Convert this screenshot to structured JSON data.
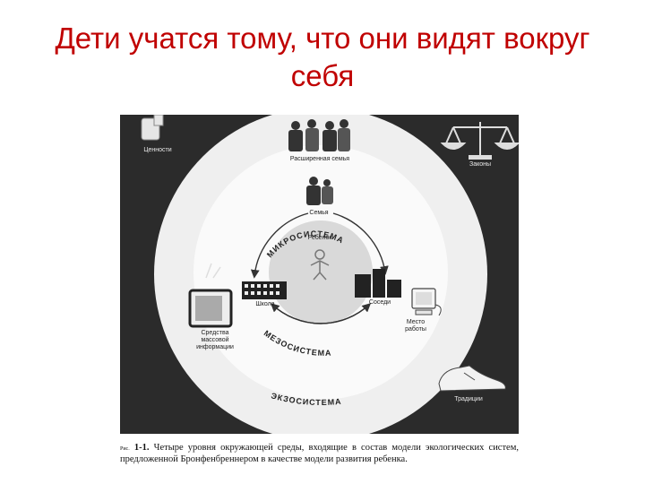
{
  "slide": {
    "title_line1": "Дети учатся тому, что они видят вокруг",
    "title_line2": "себя"
  },
  "diagram": {
    "labels": {
      "values": "Ценности",
      "laws": "Законы",
      "extended_family": "Расширенная семья",
      "family": "Семья",
      "child": "Ребенок",
      "school": "Школа",
      "neighbors": "Соседи",
      "workplace_line1": "Место",
      "workplace_line2": "работы",
      "mass_media_line1": "Средства",
      "mass_media_line2": "массовой",
      "mass_media_line3": "информации",
      "traditions": "Традиции",
      "microsystem": "МИКРОСИСТЕМА",
      "mesosystem": "МЕЗОСИСТЕМА",
      "exosystem": "ЭКЗОСИСТЕМА"
    }
  },
  "caption": {
    "prefix": "Рис.",
    "number": "1-1.",
    "text": "Четыре уровня окружающей среды, входящие в состав модели экологических систем, предложенной Бронфенбреннером в качестве модели развития ребенка."
  },
  "colors": {
    "title": "#c00000",
    "figure_background": "#2b2b2b",
    "outer_circle": "#efefef",
    "middle_circle": "#fafafa",
    "inner_circle": "#d9d9d9"
  }
}
